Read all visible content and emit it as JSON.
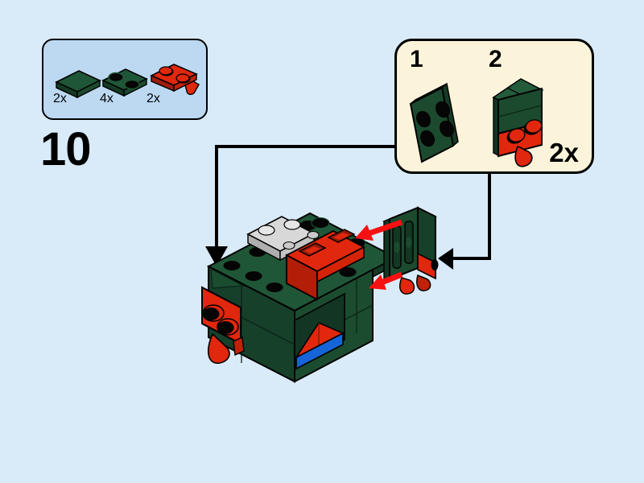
{
  "step": {
    "number": "10"
  },
  "parts_box": {
    "items": [
      {
        "part": "dark-green-tile-1x2",
        "count": "2x"
      },
      {
        "part": "dark-green-plate-1x2",
        "count": "4x"
      },
      {
        "part": "red-plate-1x2-with-clip",
        "count": "2x"
      }
    ]
  },
  "substep_callout": {
    "steps": [
      {
        "label": "1",
        "part": "dark-green-plate-2x2"
      },
      {
        "label": "2",
        "part": "dark-green-plate-2x2-with-red-clip-plate"
      }
    ],
    "count": "2x"
  },
  "colors": {
    "background": "#D9EBF9",
    "parts_box_fill": "#BDD9F2",
    "callout_fill": "#FBF4DA",
    "green_top": "#1F5637",
    "green_face": "#1B4A2E",
    "green_dark": "#16402A",
    "green_shadow": "#123723",
    "red": "#E1270D",
    "red_dark": "#9C1E0C",
    "gray_plate": "#D8D8D8",
    "blue": "#1565D6",
    "arrow_red": "#F51111",
    "line_black": "#000000"
  }
}
